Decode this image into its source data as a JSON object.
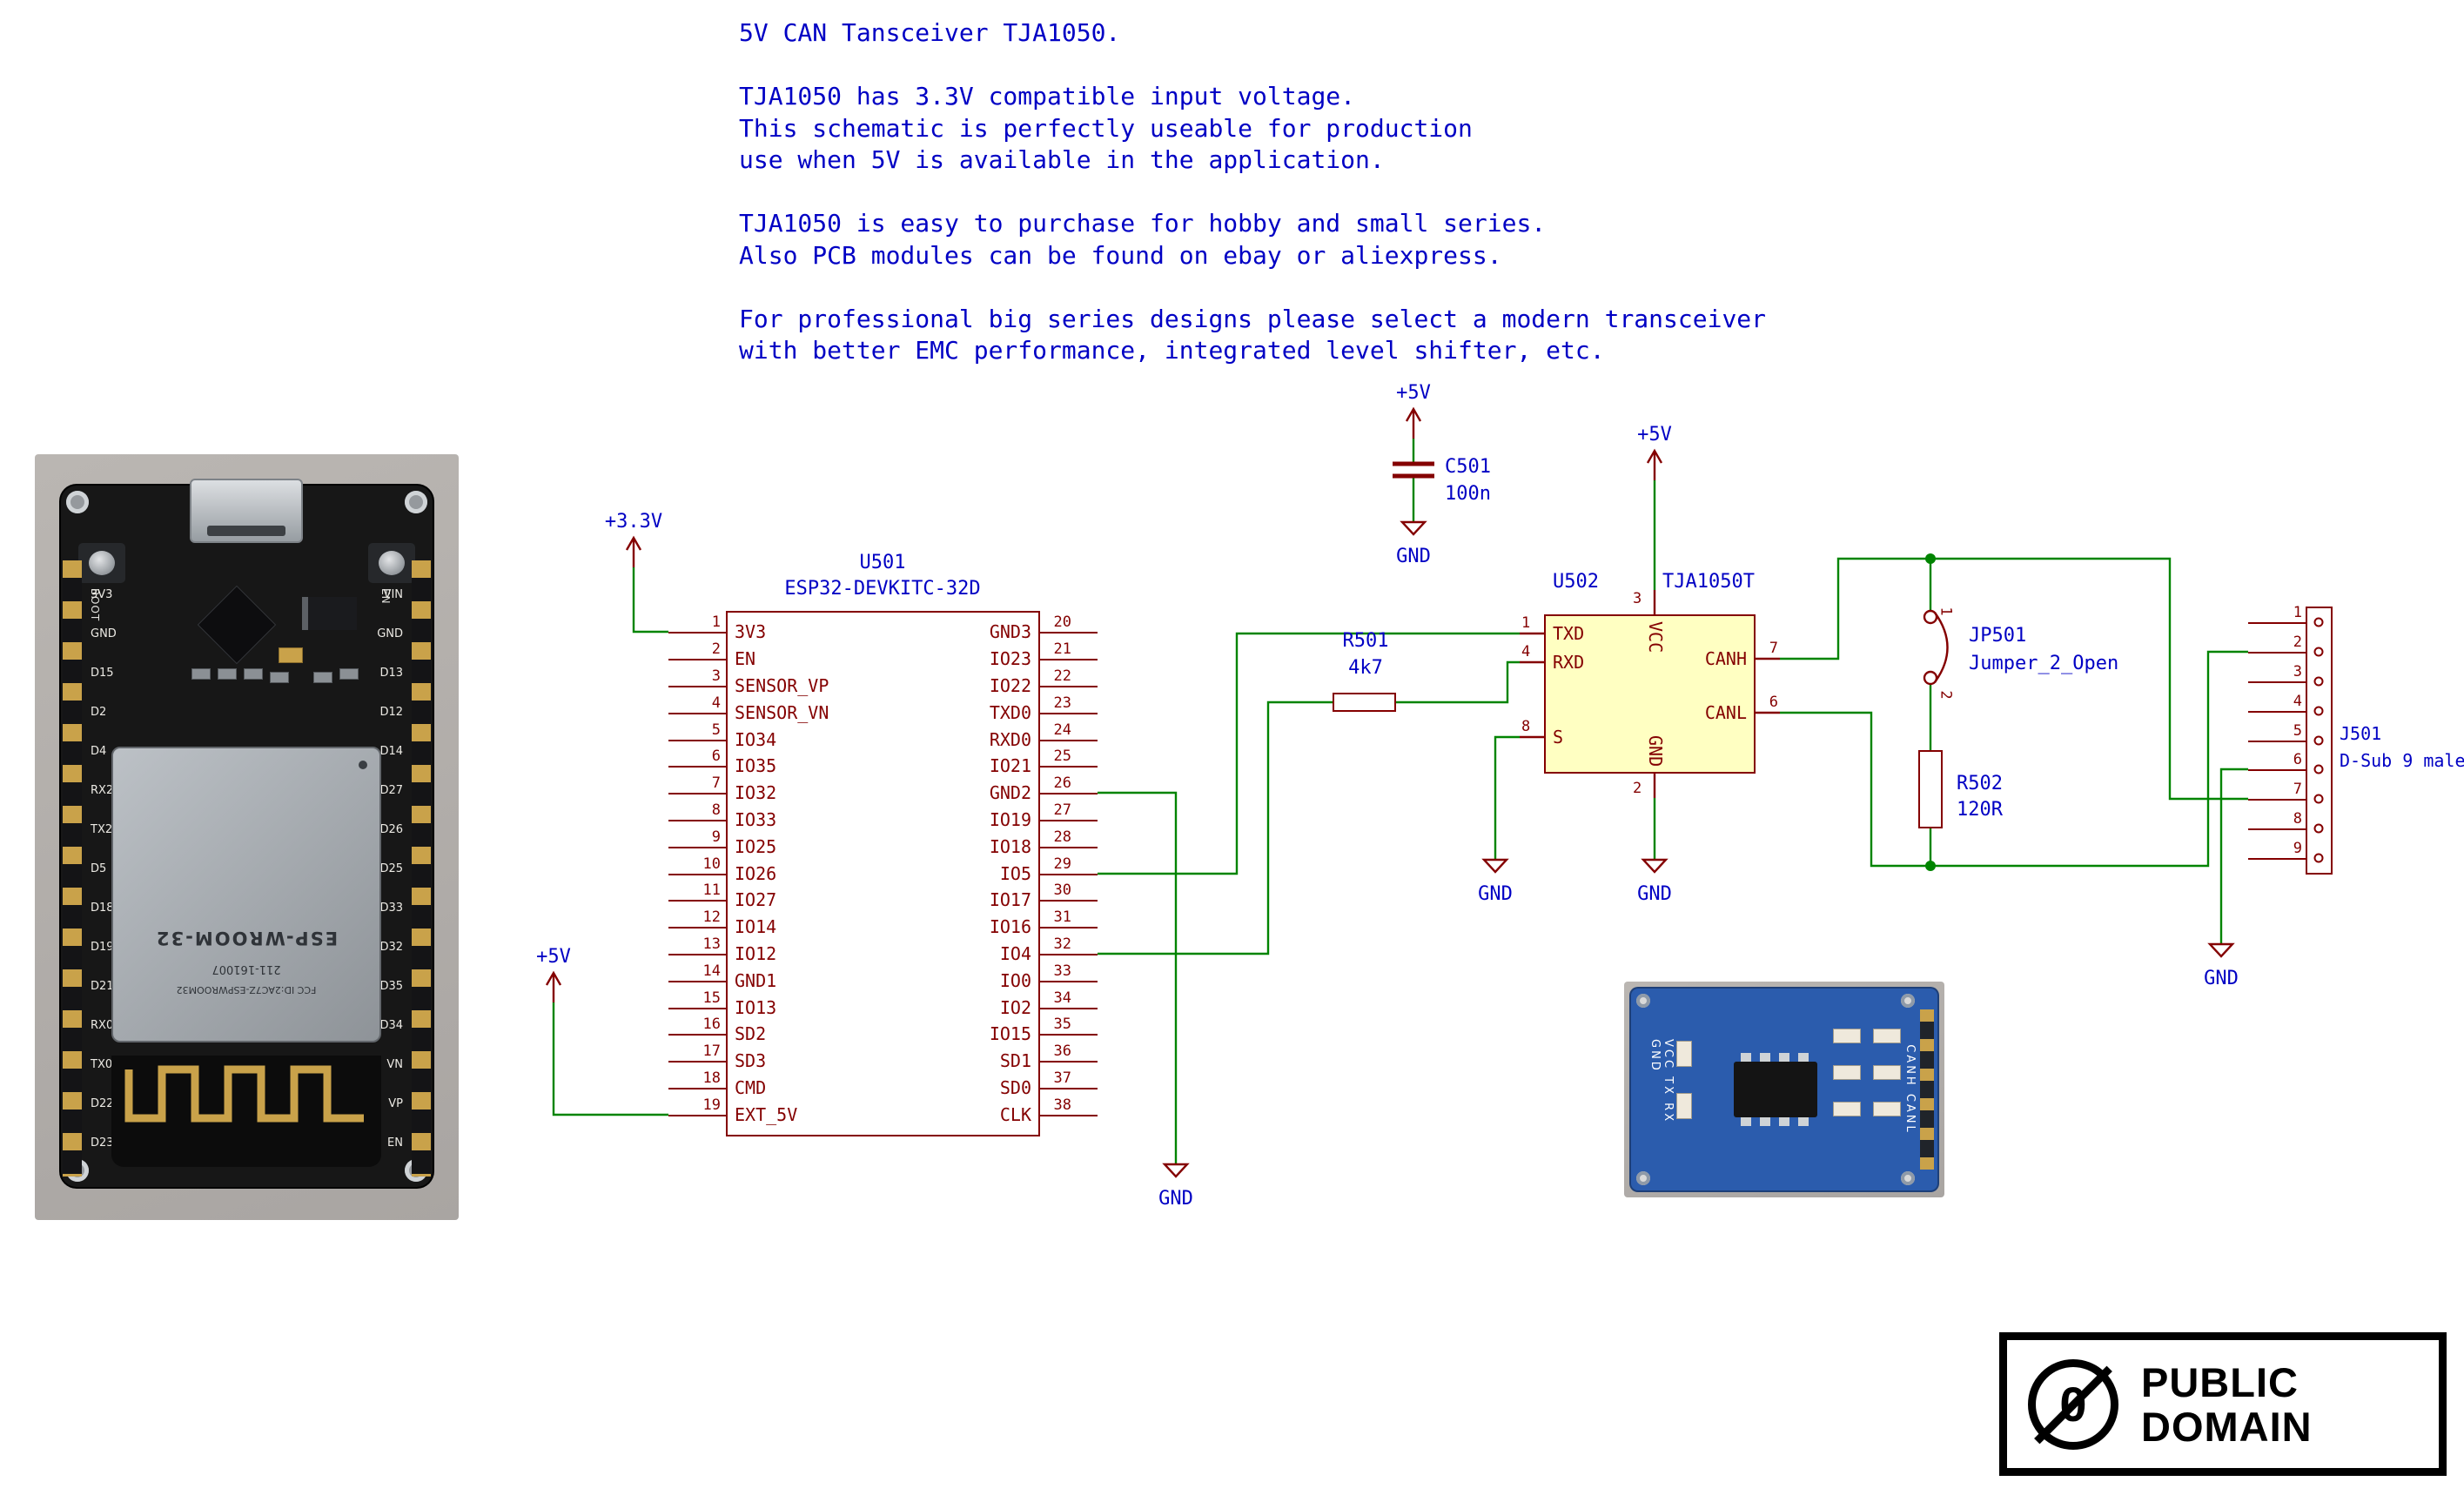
{
  "colors": {
    "wire_green": "#008400",
    "pin_maroon": "#840000",
    "label_blue": "#0000C4",
    "ic_fill_yellow": "#FFFFC2",
    "module_pcb_blue": "#2b5cad"
  },
  "notes": {
    "lines": [
      "5V CAN Tansceiver TJA1050.",
      "",
      "TJA1050 has 3.3V compatible input voltage.",
      "This schematic is perfectly useable for production",
      "use when 5V is available in the application.",
      "",
      "TJA1050 is easy to purchase for hobby and small series.",
      "Also PCB modules can be found on ebay or aliexpress.",
      "",
      "For professional big series designs please select a modern transceiver",
      "with better EMC performance, integrated level shifter, etc."
    ]
  },
  "schematic": {
    "power": {
      "p3v3": "+3.3V",
      "p5v": "+5V",
      "gnd": "GND"
    },
    "u501": {
      "ref": "U501",
      "value": "ESP32-DEVKITC-32D",
      "left_pins": [
        {
          "num": "1",
          "name": "3V3"
        },
        {
          "num": "2",
          "name": "EN"
        },
        {
          "num": "3",
          "name": "SENSOR_VP"
        },
        {
          "num": "4",
          "name": "SENSOR_VN"
        },
        {
          "num": "5",
          "name": "IO34"
        },
        {
          "num": "6",
          "name": "IO35"
        },
        {
          "num": "7",
          "name": "IO32"
        },
        {
          "num": "8",
          "name": "IO33"
        },
        {
          "num": "9",
          "name": "IO25"
        },
        {
          "num": "10",
          "name": "IO26"
        },
        {
          "num": "11",
          "name": "IO27"
        },
        {
          "num": "12",
          "name": "IO14"
        },
        {
          "num": "13",
          "name": "IO12"
        },
        {
          "num": "14",
          "name": "GND1"
        },
        {
          "num": "15",
          "name": "IO13"
        },
        {
          "num": "16",
          "name": "SD2"
        },
        {
          "num": "17",
          "name": "SD3"
        },
        {
          "num": "18",
          "name": "CMD"
        },
        {
          "num": "19",
          "name": "EXT_5V"
        }
      ],
      "right_pins": [
        {
          "num": "20",
          "name": "GND3"
        },
        {
          "num": "21",
          "name": "IO23"
        },
        {
          "num": "22",
          "name": "IO22"
        },
        {
          "num": "23",
          "name": "TXD0"
        },
        {
          "num": "24",
          "name": "RXD0"
        },
        {
          "num": "25",
          "name": "IO21"
        },
        {
          "num": "26",
          "name": "GND2"
        },
        {
          "num": "27",
          "name": "IO19"
        },
        {
          "num": "28",
          "name": "IO18"
        },
        {
          "num": "29",
          "name": "IO5"
        },
        {
          "num": "30",
          "name": "IO17"
        },
        {
          "num": "31",
          "name": "IO16"
        },
        {
          "num": "32",
          "name": "IO4"
        },
        {
          "num": "33",
          "name": "IO0"
        },
        {
          "num": "34",
          "name": "IO2"
        },
        {
          "num": "35",
          "name": "IO15"
        },
        {
          "num": "36",
          "name": "SD1"
        },
        {
          "num": "37",
          "name": "SD0"
        },
        {
          "num": "38",
          "name": "CLK"
        }
      ]
    },
    "c501": {
      "ref": "C501",
      "value": "100n"
    },
    "r501": {
      "ref": "R501",
      "value": "4k7"
    },
    "u502": {
      "ref": "U502",
      "value": "TJA1050T",
      "pins": {
        "txd": {
          "num": "1",
          "name": "TXD"
        },
        "rxd": {
          "num": "4",
          "name": "RXD"
        },
        "s": {
          "num": "8",
          "name": "S"
        },
        "vcc": {
          "num": "3",
          "name": "VCC"
        },
        "gnd": {
          "num": "2",
          "name": "GND"
        },
        "canh": {
          "num": "7",
          "name": "CANH"
        },
        "canl": {
          "num": "6",
          "name": "CANL"
        }
      }
    },
    "jp501": {
      "ref": "JP501",
      "value": "Jumper_2_Open",
      "pins": [
        "1",
        "2"
      ]
    },
    "r502": {
      "ref": "R502",
      "value": "120R"
    },
    "j501": {
      "ref": "J501",
      "value": "D-Sub 9 male",
      "pins": [
        "1",
        "2",
        "3",
        "4",
        "5",
        "6",
        "7",
        "8",
        "9"
      ]
    }
  },
  "photo_board": {
    "boot_label": "BOOT",
    "en_label": "EN",
    "module_label": "ESP-WROOM-32",
    "fcc_text": "FCC ID:2AC7Z-ESPWROOM32",
    "cert_text": "211-161007",
    "left_edge_pins": [
      "3V3",
      "GND",
      "D15",
      "D2",
      "D4",
      "RX2",
      "TX2",
      "D5",
      "D18",
      "D19",
      "D21",
      "RX0",
      "TX0",
      "D22",
      "D23"
    ],
    "right_edge_pins": [
      "VIN",
      "GND",
      "D13",
      "D12",
      "D14",
      "D27",
      "D26",
      "D25",
      "D33",
      "D32",
      "D35",
      "D34",
      "VN",
      "VP",
      "EN"
    ]
  },
  "photo_module": {
    "left_label": "VCC TX RX GND",
    "right_label": "CANH CANL"
  },
  "license": {
    "mark": "0",
    "line1": "PUBLIC",
    "line2": "DOMAIN"
  }
}
